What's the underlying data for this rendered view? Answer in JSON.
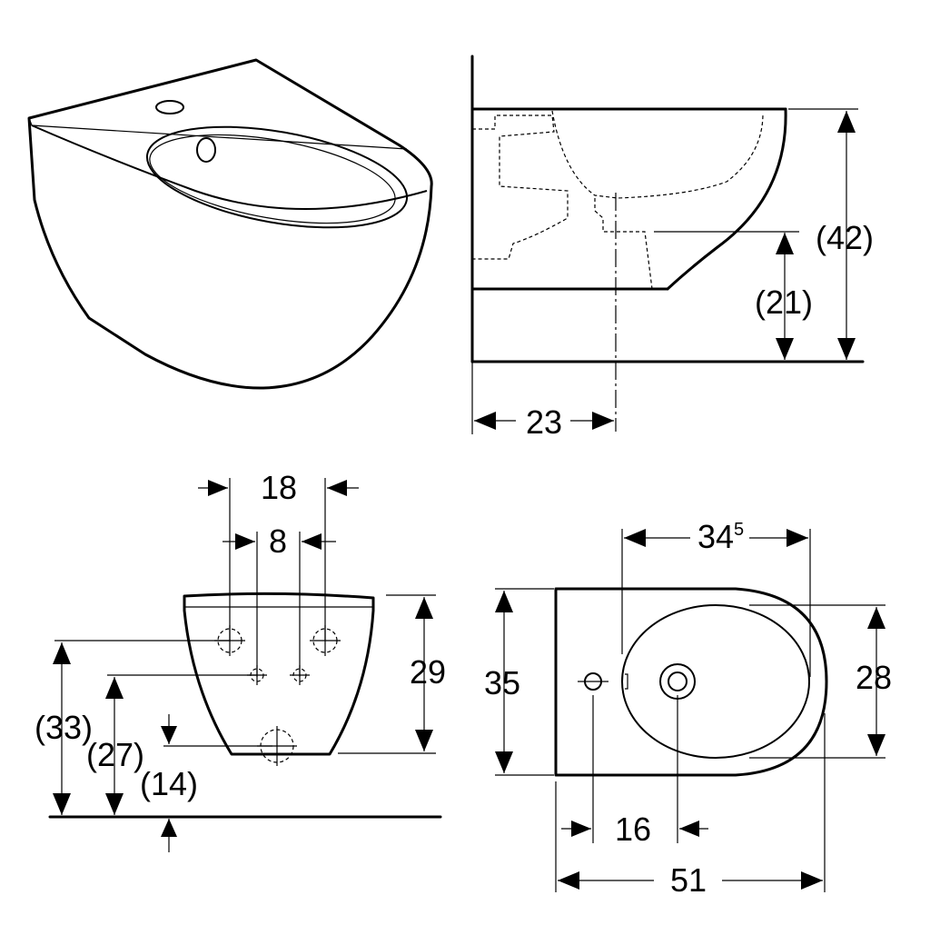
{
  "side_view": {
    "height_total": "(42)",
    "height_outlet": "(21)",
    "depth_outlet": "23"
  },
  "front_view": {
    "width_outer": "18",
    "width_inner": "8",
    "height_bowl": "29",
    "height_upper_holes": "(33)",
    "height_lower_holes": "(27)",
    "height_drain": "(14)"
  },
  "top_view": {
    "bowl_length": "34",
    "bowl_length_sup": "5",
    "width_total": "35",
    "bowl_width": "28",
    "tap_to_drain": "16",
    "length_total": "51"
  }
}
